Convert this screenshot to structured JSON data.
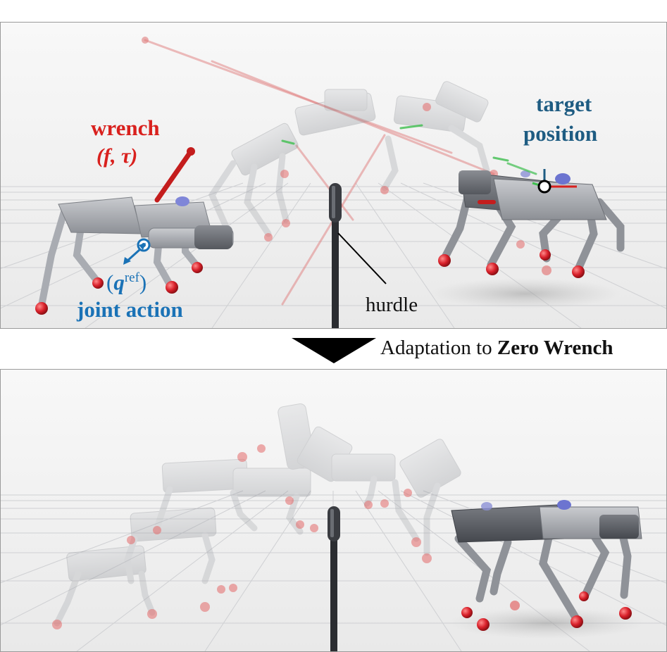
{
  "top_panel": {
    "wrench_label": "wrench",
    "wrench_symbol": "(f, τ)",
    "target_label_line1": "target",
    "target_label_line2": "position",
    "joint_symbol_open": "(",
    "joint_symbol_q": "q",
    "joint_symbol_sup": "ref",
    "joint_symbol_close": ")",
    "joint_label": "joint action",
    "hurdle_label": "hurdle"
  },
  "caption": {
    "prefix": "Adaptation to",
    "emphasis": "Zero Wrench"
  },
  "colors": {
    "wrench_red": "#d9211e",
    "joint_blue": "#1a72b6",
    "target_blue": "#1e5c82",
    "foot_red": "#d8202a",
    "robot_gray": "#9b9ea4",
    "hurdle_dark": "#2b2d31"
  }
}
